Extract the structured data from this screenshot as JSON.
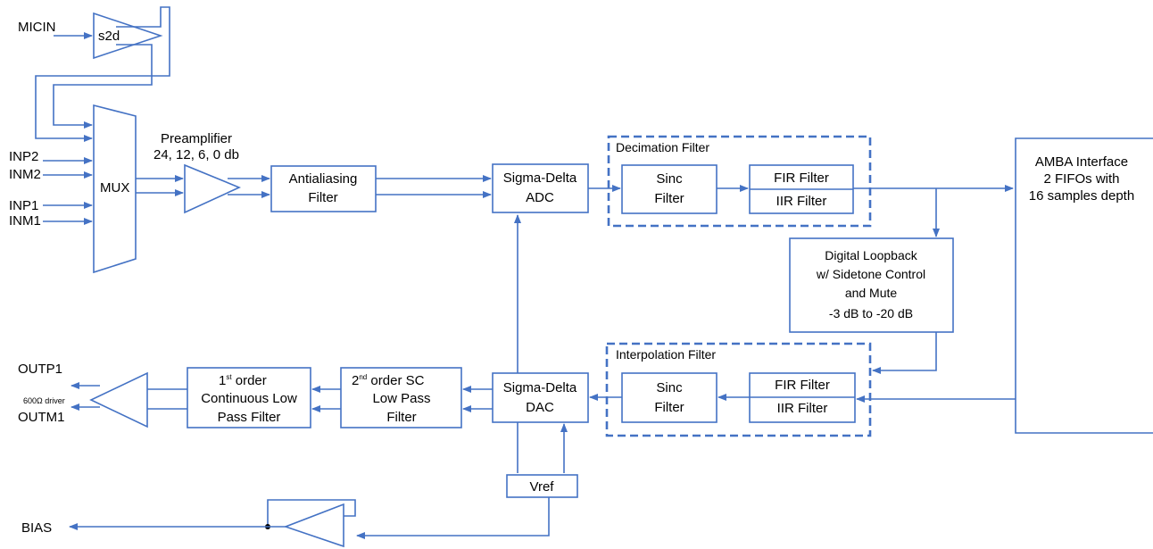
{
  "inputs": {
    "micin": "MICIN",
    "inp2": "INP2",
    "inm2": "INM2",
    "inp1": "INP1",
    "inm1": "INM1"
  },
  "outputs": {
    "outp1": "OUTP1",
    "outm1": "OUTM1",
    "bias": "BIAS",
    "driver": "600Ω driver"
  },
  "blocks": {
    "s2d": "s2d",
    "mux": "MUX",
    "preamp_title": "Preamplifier",
    "preamp_gain": "24, 12, 6, 0 db",
    "antialiasing": [
      "Antialiasing",
      "Filter"
    ],
    "adc": [
      "Sigma-Delta",
      "ADC"
    ],
    "decimation_title": "Decimation Filter",
    "dec_sinc": [
      "Sinc",
      "Filter"
    ],
    "dec_fir": "FIR Filter",
    "dec_iir": "IIR Filter",
    "amba": [
      "AMBA Interface",
      "2 FIFOs with",
      "16 samples depth"
    ],
    "loopback": [
      "Digital Loopback",
      "w/ Sidetone Control",
      "and Mute",
      "-3 dB to -20 dB"
    ],
    "interpolation_title": "Interpolation Filter",
    "int_sinc": [
      "Sinc",
      "Filter"
    ],
    "int_fir": "FIR Filter",
    "int_iir": "IIR Filter",
    "dac": [
      "Sigma-Delta",
      "DAC"
    ],
    "sc_filter": {
      "num": "2",
      "sup": "nd",
      "rest": " order SC",
      "line2": "Low Pass",
      "line3": "Filter"
    },
    "first_order": {
      "num": "1",
      "sup": "st",
      "rest": " order",
      "line2": "Continuous Low",
      "line3": "Pass Filter"
    },
    "vref": "Vref"
  },
  "colors": {
    "stroke": "#4472c4",
    "text": "#000000",
    "background": "#ffffff"
  }
}
